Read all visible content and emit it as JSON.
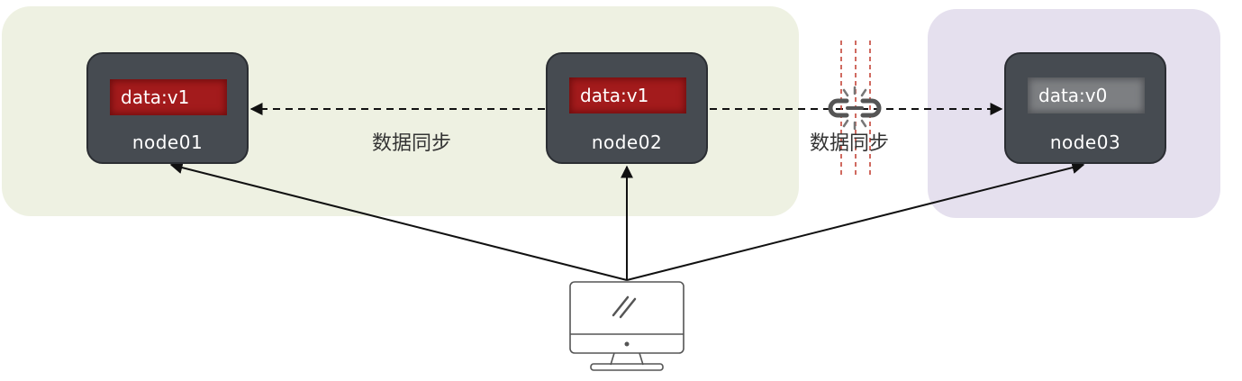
{
  "nodes": [
    {
      "name": "node01",
      "data": "data:v1",
      "state": "synced"
    },
    {
      "name": "node02",
      "data": "data:v1",
      "state": "synced"
    },
    {
      "name": "node03",
      "data": "data:v0",
      "state": "stale"
    }
  ],
  "sync_labels": [
    "数据同步",
    "数据同步"
  ],
  "colors": {
    "synced_data": "#a31b1c",
    "stale_data": "#7d7f82",
    "node_body": "#464b51",
    "left_zone": "#eef1e2",
    "right_zone": "#e5e0ee",
    "partition_line": "#c0392b"
  },
  "icons": [
    "broken-link-icon",
    "monitor-client-icon"
  ]
}
